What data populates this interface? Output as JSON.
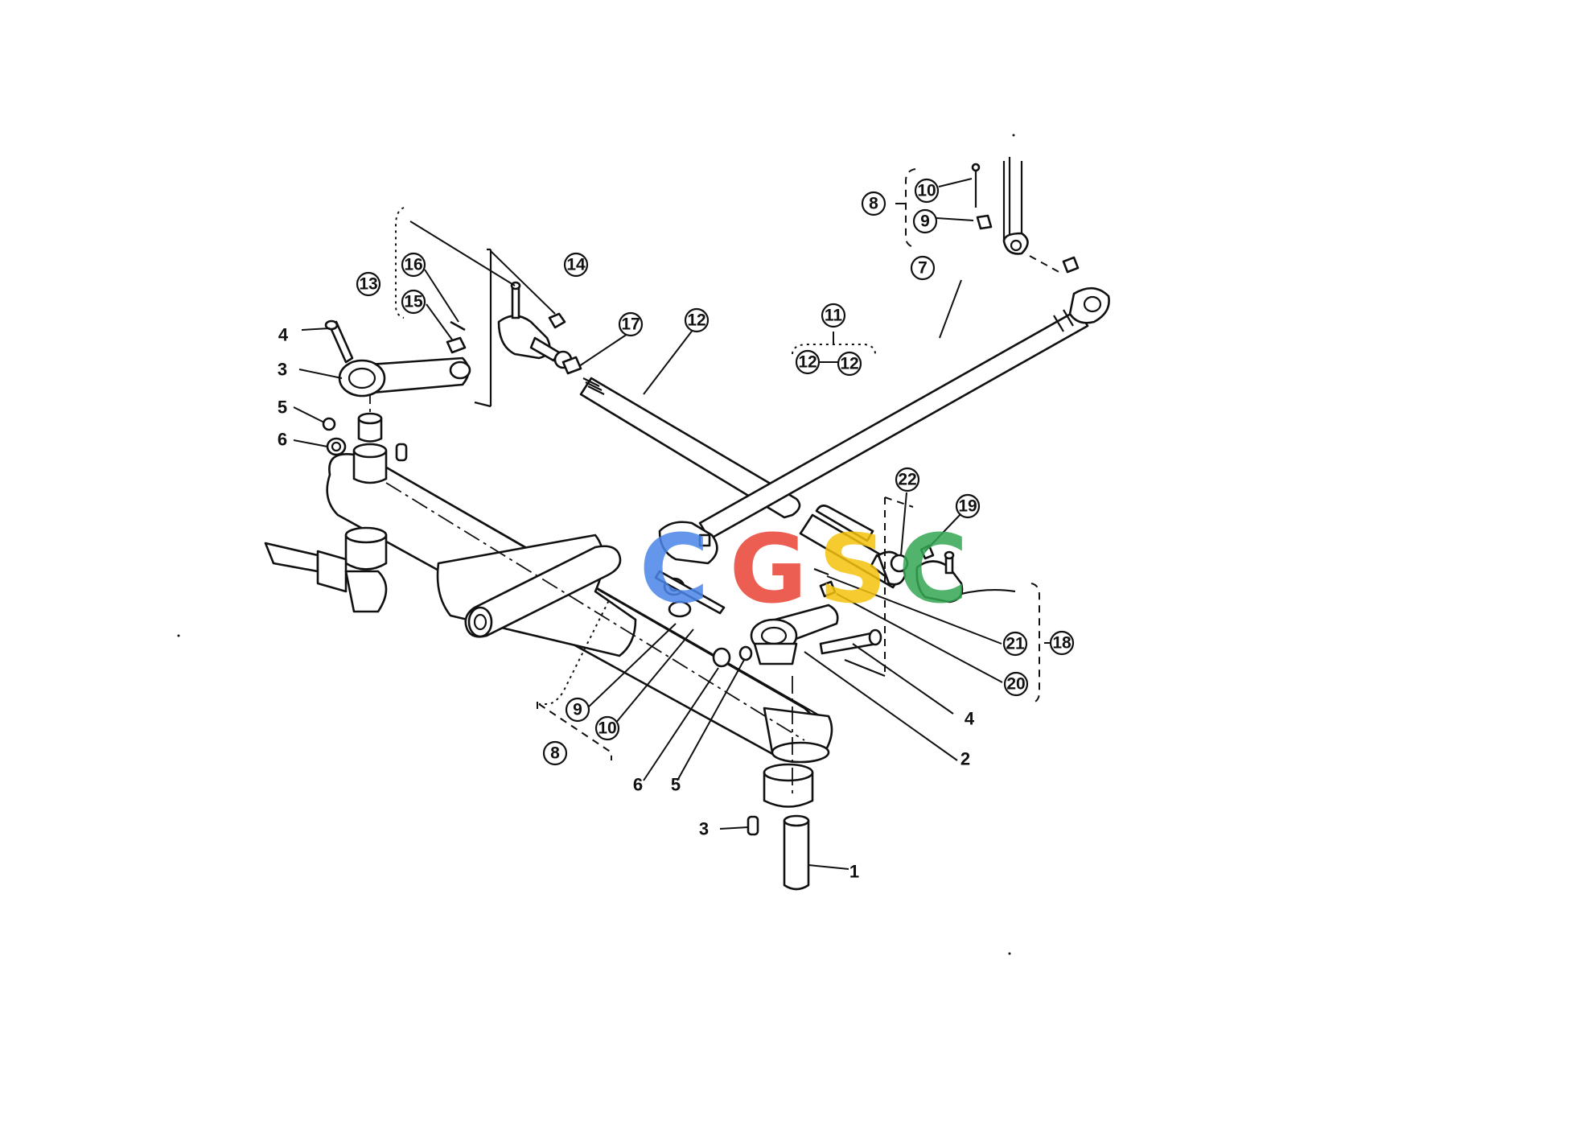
{
  "callouts": {
    "c8_top": "8",
    "c9_top": "9",
    "c10_top": "10",
    "c7": "7",
    "c11": "11",
    "c12_a": "12",
    "c12_b": "12",
    "c12_main": "12",
    "c13": "13",
    "c14": "14",
    "c15": "15",
    "c16": "16",
    "c17": "17",
    "c22": "22",
    "c19": "19",
    "c21": "21",
    "c20": "20",
    "c18": "18",
    "c9_bot": "9",
    "c10_bot": "10",
    "c8_bot": "8"
  },
  "plain_labels": {
    "l4_left": "4",
    "l3_left": "3",
    "l5_left": "5",
    "l6_left": "6",
    "l6_bot": "6",
    "l5_bot": "5",
    "l4_right": "4",
    "l2": "2",
    "l3_bot": "3",
    "l1": "1"
  },
  "watermark": {
    "letters": [
      "C",
      "G",
      "S",
      "C"
    ],
    "colors": [
      "#4a86e8",
      "#ea4335",
      "#f4c20d",
      "#34a853"
    ]
  }
}
